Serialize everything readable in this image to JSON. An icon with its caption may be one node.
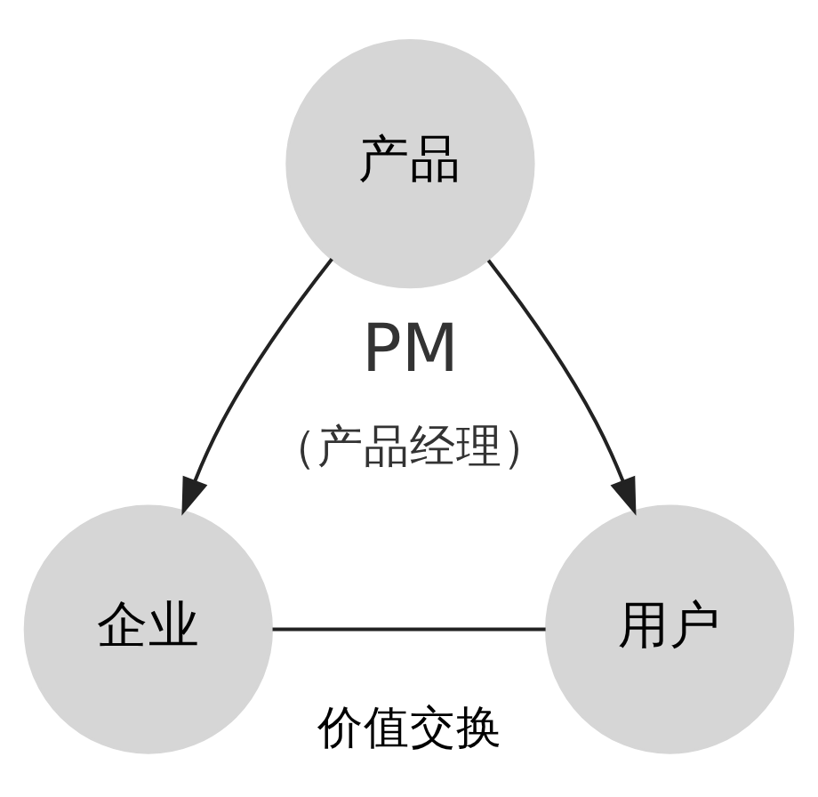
{
  "diagram": {
    "nodes": [
      {
        "text": [
          "产品"
        ]
      },
      {
        "text": [
          "企业"
        ]
      },
      {
        "text": [
          "用户"
        ]
      }
    ],
    "edges": [
      {
        "from": 0,
        "to": 1,
        "arrow": "to"
      },
      {
        "from": 0,
        "to": 2,
        "arrow": "to"
      },
      {
        "from": 1,
        "to": 2,
        "arrow": "none",
        "label": "价值交换"
      }
    ],
    "labels": [
      "PM",
      "（产品经理）"
    ]
  }
}
